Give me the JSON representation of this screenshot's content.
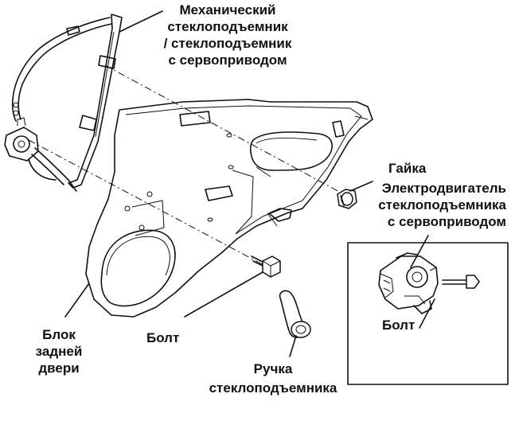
{
  "labels": {
    "regulator": [
      "Механический",
      "стеклоподъемник",
      "/ стеклоподъемник",
      "с сервоприводом"
    ],
    "nut": "Гайка",
    "motor": [
      "Электродвигатель",
      "стеклоподъемника",
      "с сервоприводом"
    ],
    "door_block": [
      "Блок",
      "задней",
      "двери"
    ],
    "bolt_main": "Болт",
    "bolt_inset": "Болт",
    "handle": [
      "Ручка",
      "стеклоподъемника"
    ]
  },
  "icons": {
    "regulator": "window-regulator-icon",
    "door": "door-panel-icon",
    "nut": "nut-icon",
    "bolt": "bolt-icon",
    "handle": "crank-handle-icon",
    "motor": "motor-icon"
  }
}
